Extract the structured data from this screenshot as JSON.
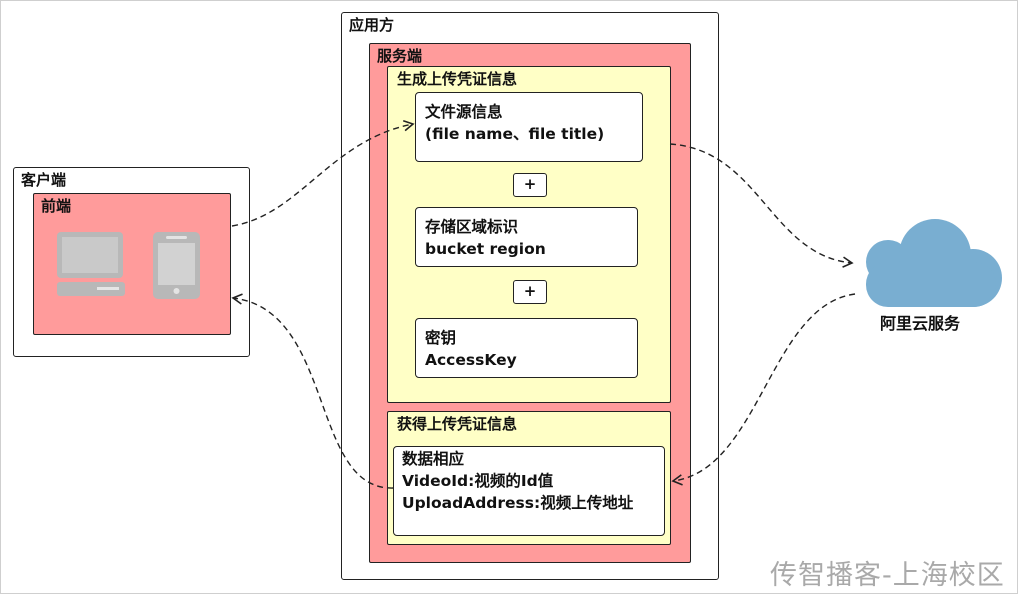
{
  "client": {
    "title": "客户端",
    "frontend": {
      "title": "前端"
    }
  },
  "app": {
    "title": "应用方",
    "server": {
      "title": "服务端",
      "generate": {
        "title": "生成上传凭证信息",
        "cards": [
          {
            "line1": "文件源信息",
            "line2": "(file name、file title)"
          },
          {
            "line1": "存储区域标识",
            "line2": "bucket region"
          },
          {
            "line1": "密钥",
            "line2": "AccessKey"
          }
        ],
        "plus": "+"
      },
      "obtain": {
        "title": "获得上传凭证信息",
        "response": {
          "line1": "数据相应",
          "line2": "VideoId:视频的Id值",
          "line3": "UploadAddress:视频上传地址"
        }
      }
    }
  },
  "cloud": {
    "label": "阿里云服务"
  },
  "watermark": "传智播客-上海校区",
  "colors": {
    "pink": "#ff9b9b",
    "yellow": "#ffffc6",
    "cloud": "#79aed1",
    "device": "#b8b8b8"
  }
}
